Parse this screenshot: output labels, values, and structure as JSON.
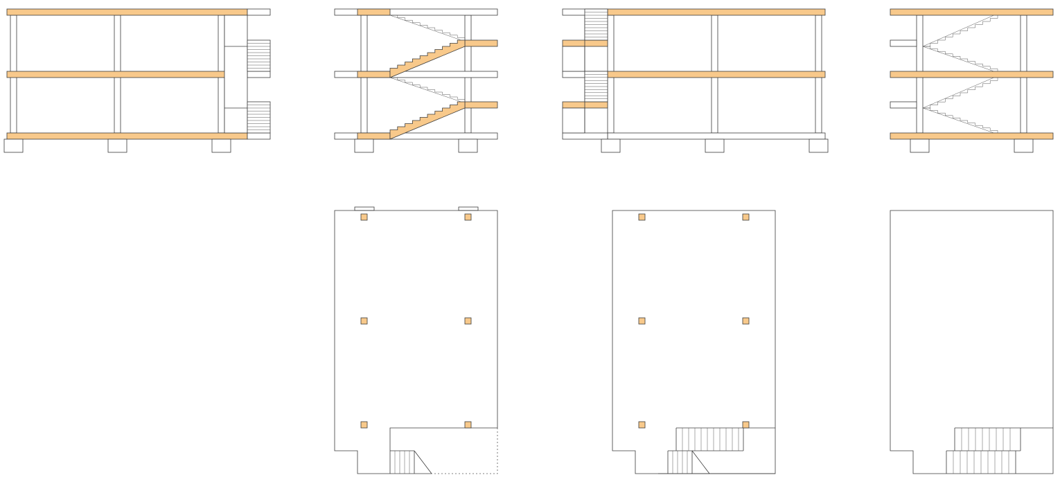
{
  "figure": {
    "description_visible_text": "",
    "colors": {
      "slab_fill": "#f8c98b",
      "line": "#3a3a3a",
      "background": "#ffffff"
    },
    "sections": [
      {
        "id": "section-1",
        "kind": "building-section-external-stair"
      },
      {
        "id": "section-2",
        "kind": "building-section-inclined-stair"
      },
      {
        "id": "section-3",
        "kind": "building-section-side-stair"
      },
      {
        "id": "section-4",
        "kind": "building-section-scissor-stair"
      }
    ],
    "plans": [
      {
        "id": "plan-2",
        "kind": "floor-plan-with-columns"
      },
      {
        "id": "plan-3",
        "kind": "floor-plan-with-columns"
      },
      {
        "id": "plan-4",
        "kind": "floor-plan-without-columns"
      }
    ]
  }
}
